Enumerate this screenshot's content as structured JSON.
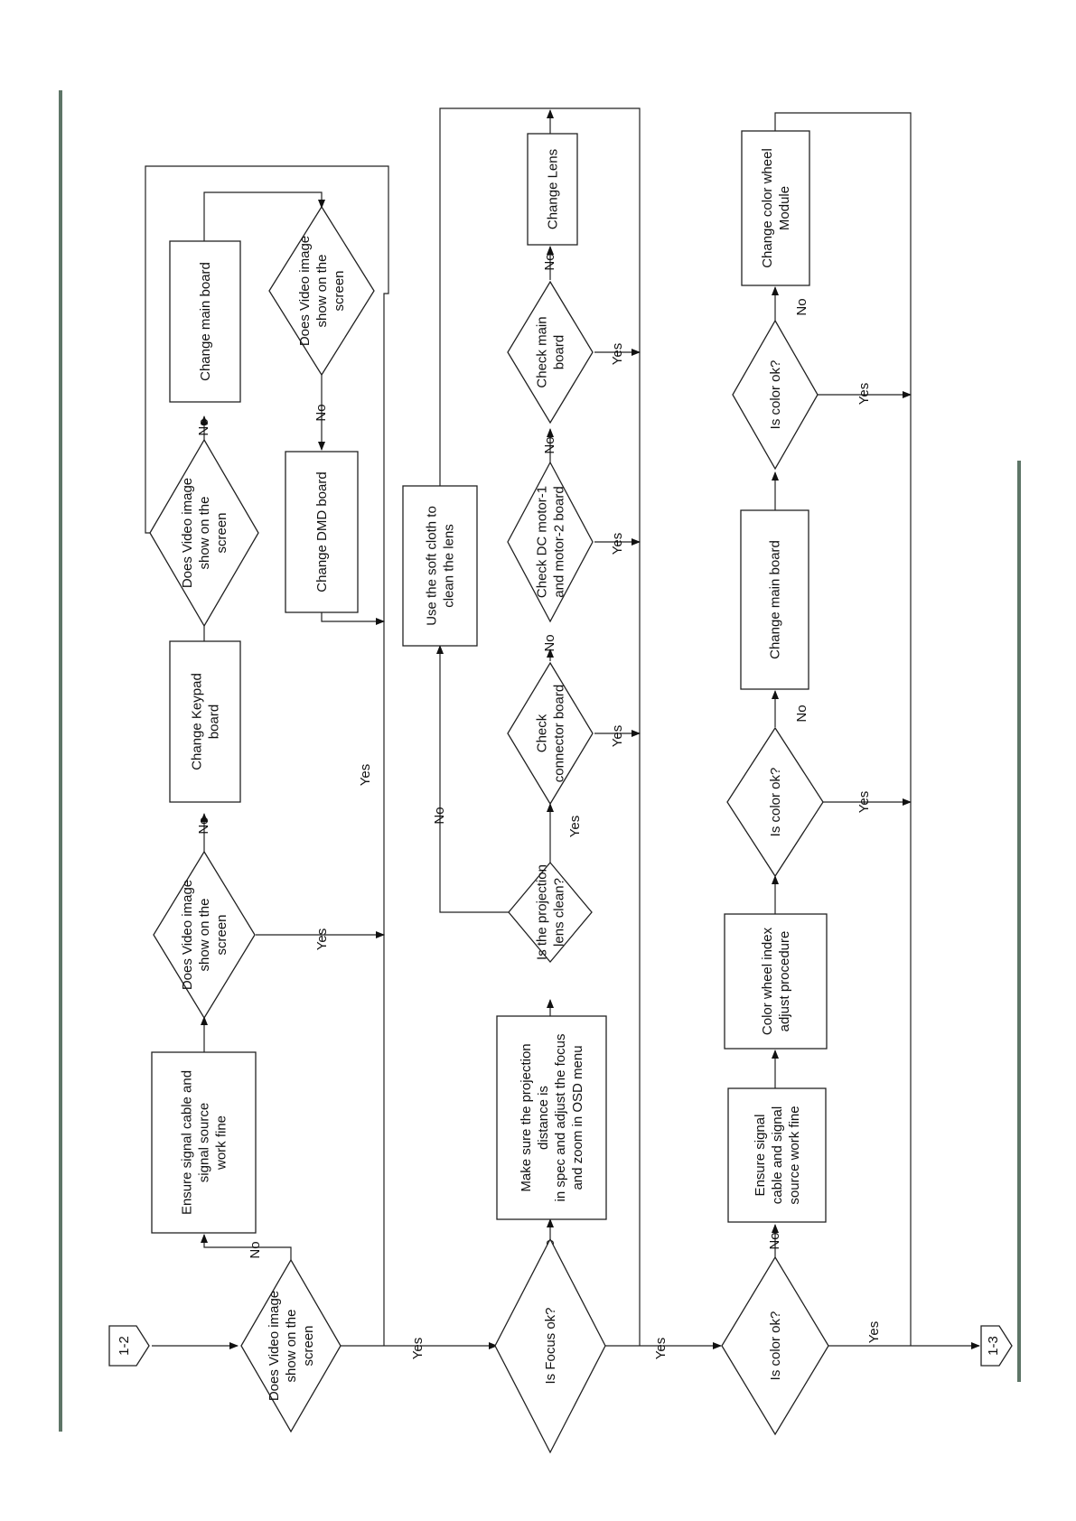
{
  "page_connectors": {
    "in": "1-2",
    "out": "1-3"
  },
  "nodes": {
    "d1": [
      "Does Video image",
      "show on the",
      "screen"
    ],
    "p_ensure1": [
      "Ensure signal cable and",
      "signal source",
      "work fine"
    ],
    "d2": [
      "Does Video image",
      "show on the",
      "screen"
    ],
    "p_keypad": [
      "Change Keypad",
      "board"
    ],
    "d3": [
      "Does Video image",
      "show on the",
      "screen"
    ],
    "p_main1": [
      "Change main board"
    ],
    "d4": [
      "Does Video image",
      "show on the",
      "screen"
    ],
    "p_dmd": [
      "Change DMD board"
    ],
    "d_focus": [
      "Is Focus ok?"
    ],
    "p_projection": [
      "Make sure the projection",
      "distance is",
      "in spec and adjust the focus",
      "and zoom in OSD menu"
    ],
    "d_lens": [
      "Is the projection",
      "lens clean?"
    ],
    "p_cloth": [
      "Use the soft cloth to",
      "clean the lens"
    ],
    "d_connector": [
      "Check",
      "connector board"
    ],
    "d_motor": [
      "Check DC motor-1",
      "and motor-2 board"
    ],
    "d_mainboard": [
      "Check main",
      "board"
    ],
    "p_lens": [
      "Change Lens"
    ],
    "d_color1": [
      "Is color ok?"
    ],
    "p_ensure2": [
      "Ensure signal",
      "cable and signal",
      "source work fine"
    ],
    "p_colorwheel": [
      "Color wheel index",
      "adjust procedure"
    ],
    "d_color2": [
      "Is color ok?"
    ],
    "p_main2": [
      "Change main board"
    ],
    "d_color3": [
      "Is color ok?"
    ],
    "p_module": [
      "Change color wheel",
      "Module"
    ]
  },
  "edge_labels": {
    "yes": "Yes",
    "no": "No"
  }
}
